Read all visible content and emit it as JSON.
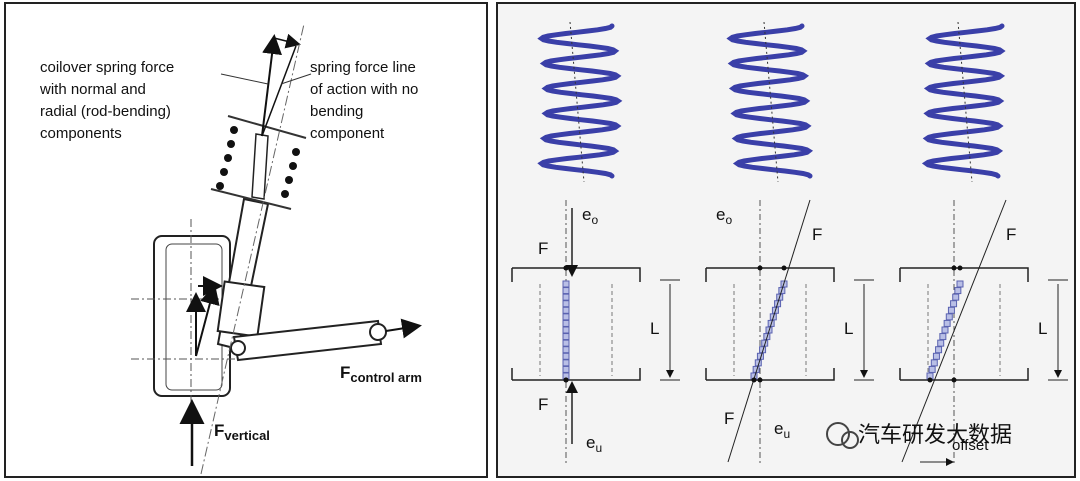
{
  "left_panel": {
    "coilover_label": [
      "coilover spring force",
      "with normal and",
      "radial (rod-bending)",
      "components"
    ],
    "spring_line_label": [
      "spring force line",
      "of action with no",
      "bending",
      "component"
    ],
    "f_control_arm": {
      "main": "F",
      "sub": "control arm"
    },
    "f_vertical": {
      "main": "F",
      "sub": "vertical"
    }
  },
  "right_panel": {
    "labels": {
      "F": "F",
      "L": "L",
      "e_o": {
        "main": "e",
        "sub": "o"
      },
      "e_u": {
        "main": "e",
        "sub": "u"
      },
      "offset": "offset"
    },
    "spring_color": "#3a3fa8",
    "watermark": "汽车研发大数据"
  }
}
